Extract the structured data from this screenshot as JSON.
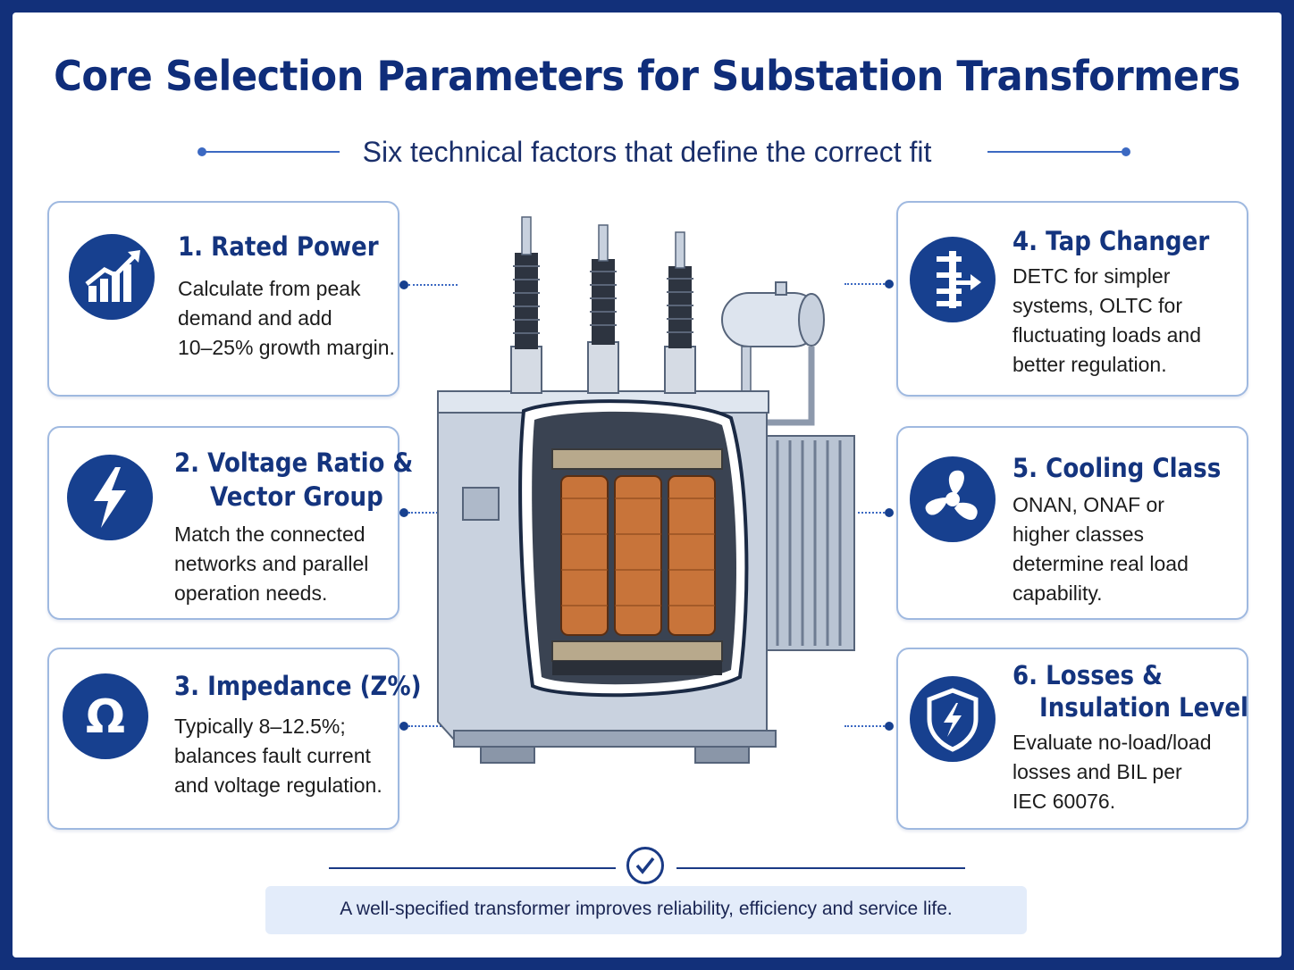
{
  "title": "Core Selection Parameters for Substation Transformers",
  "subtitle": "Six technical factors that define the correct fit",
  "cards": [
    {
      "number": "1.",
      "title": "Rated Power",
      "title_line2": "",
      "text": [
        "Calculate from peak",
        "demand and add",
        "10–25% growth margin."
      ],
      "icon": "growth-chart-icon"
    },
    {
      "number": "2.",
      "title": "Voltage Ratio &",
      "title_line2": "Vector Group",
      "text": [
        "Match the connected",
        "networks and parallel",
        "operation needs."
      ],
      "icon": "lightning-bolt-icon"
    },
    {
      "number": "3.",
      "title": "Impedance (Z%)",
      "title_line2": "",
      "text": [
        "Typically 8–12.5%;",
        "balances fault current",
        "and voltage regulation."
      ],
      "icon": "omega-icon"
    },
    {
      "number": "4.",
      "title": "Tap Changer",
      "title_line2": "",
      "text": [
        "DETC for simpler",
        "systems, OLTC for",
        "fluctuating loads and",
        "better regulation."
      ],
      "icon": "tap-changer-icon"
    },
    {
      "number": "5.",
      "title": "Cooling Class",
      "title_line2": "",
      "text": [
        "ONAN, ONAF or",
        "higher classes",
        "determine real load",
        "capability."
      ],
      "icon": "fan-icon"
    },
    {
      "number": "6.",
      "title": "Losses &",
      "title_line2": "Insulation Level",
      "text": [
        "Evaluate no-load/load",
        "losses and BIL per",
        "IEC 60076."
      ],
      "icon": "shield-bolt-icon"
    }
  ],
  "footer": {
    "text": "A well-specified transformer improves reliability, efficiency and service life.",
    "icon": "checkmark-icon"
  },
  "illustration": "power-transformer-cutaway",
  "colors": {
    "frame": "#12307a",
    "accent": "#17408f",
    "card_border": "#9fb9e0",
    "copper": "#c8743a",
    "footer_bg": "#e3ecfa"
  }
}
